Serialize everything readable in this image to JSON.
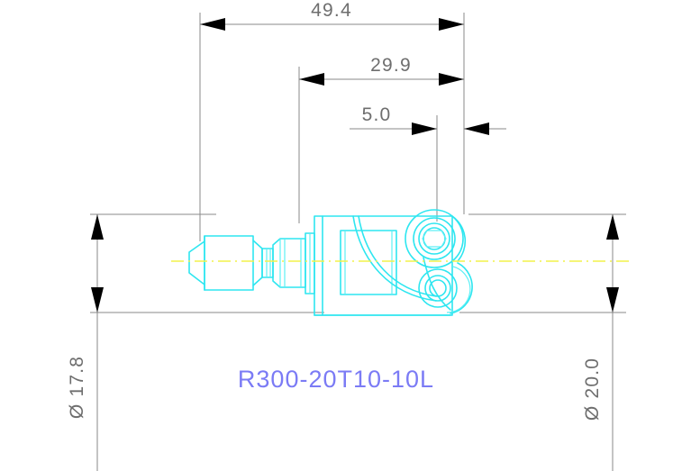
{
  "drawing": {
    "title": "R300-20T10-10L",
    "background_color": "#ffffff",
    "geometry_color": "#2ee6f0",
    "dimension_color": "#8a8a8a",
    "label_color": "#7b7bf5",
    "centerline_color": "#f2f24a",
    "part_label": "R300-20T10-10L"
  },
  "dimensions": {
    "overall_length": {
      "value": "49.4",
      "label": "49.4",
      "orientation": "horizontal",
      "position": "top"
    },
    "head_length": {
      "value": "29.9",
      "label": "29.9",
      "orientation": "horizontal",
      "position": "top"
    },
    "tip_offset": {
      "value": "5.0",
      "label": "5.0",
      "orientation": "horizontal",
      "position": "top"
    },
    "shank_diameter": {
      "value": "17.8",
      "label": "17.8",
      "symbol": "Ø",
      "full_label": "Ø 17.8",
      "orientation": "vertical",
      "position": "left"
    },
    "cutter_diameter": {
      "value": "20.0",
      "label": "20.0",
      "symbol": "Ø",
      "full_label": "Ø 20.0",
      "orientation": "vertical",
      "position": "right"
    }
  },
  "icons": {
    "diameter_symbol_left": "Ø",
    "diameter_symbol_right": "Ø"
  }
}
